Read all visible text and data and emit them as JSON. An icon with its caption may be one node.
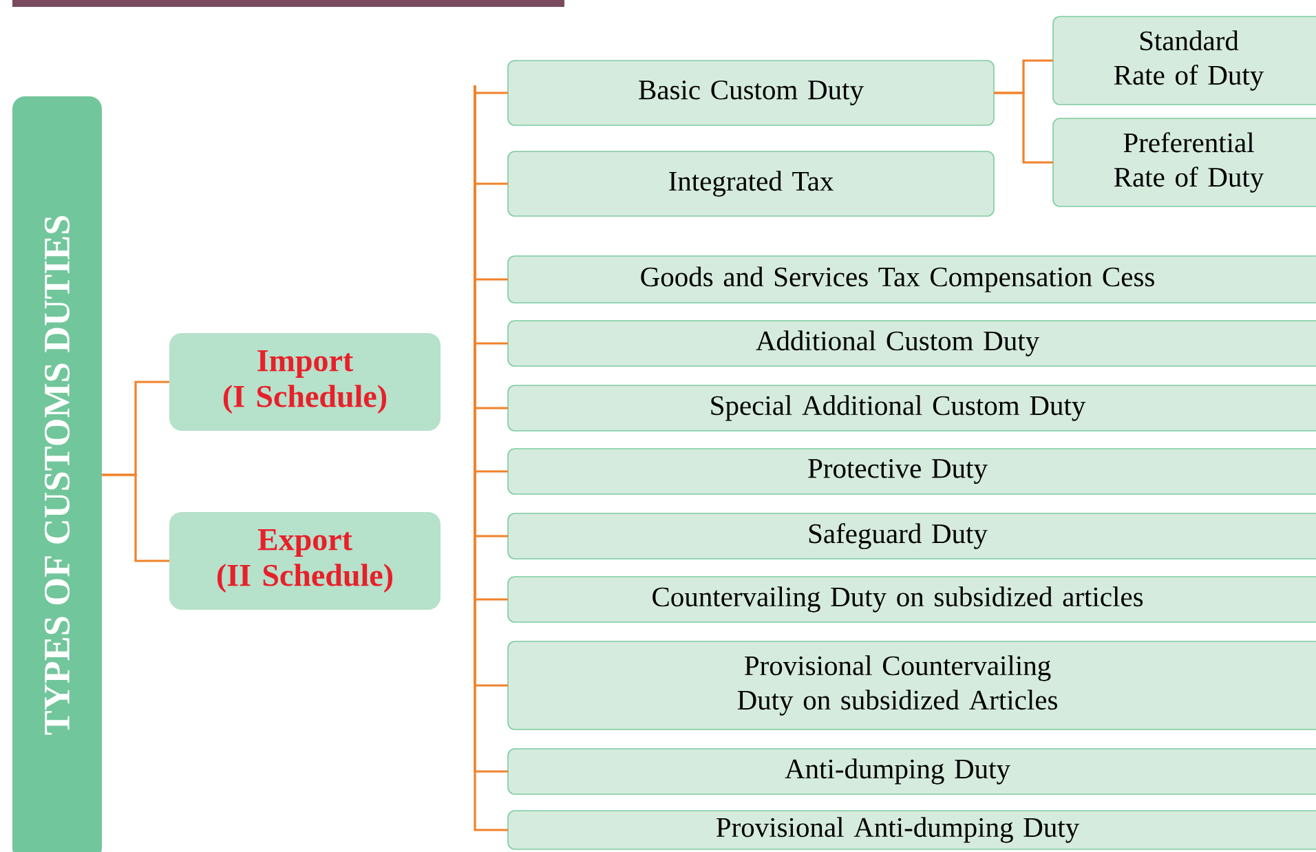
{
  "diagram": {
    "nodes": [
      {
        "text": [
          "TYPES OF CUSTOMS DUTIES"
        ]
      },
      {
        "text": [
          "Import",
          "(I Schedule)"
        ]
      },
      {
        "text": [
          "Export",
          "(II Schedule)"
        ]
      },
      {
        "text": [
          "Basic Custom Duty"
        ]
      },
      {
        "text": [
          "Standard Rate of Duty"
        ]
      },
      {
        "text": [
          "Preferential Rate of Duty"
        ]
      },
      {
        "text": [
          "Integrated Tax"
        ]
      },
      {
        "text": [
          "Goods and Services Tax Compensation Cess"
        ]
      },
      {
        "text": [
          "Additional Custom Duty"
        ]
      },
      {
        "text": [
          "Special Additional Custom Duty"
        ]
      },
      {
        "text": [
          "Protective Duty"
        ]
      },
      {
        "text": [
          "Safeguard Duty"
        ]
      },
      {
        "text": [
          "Countervailing Duty on subsidized articles"
        ]
      },
      {
        "text": [
          "Provisional Countervailing Duty on subsidized Articles"
        ]
      },
      {
        "text": [
          "Anti-dumping Duty"
        ]
      },
      {
        "text": [
          "Provisional Anti-dumping Duty"
        ]
      }
    ],
    "edges": [
      {
        "from": 0,
        "to": 1,
        "arrow": "none"
      },
      {
        "from": 0,
        "to": 2,
        "arrow": "none"
      },
      {
        "from": null,
        "to": 3,
        "arrow": "none"
      },
      {
        "from": 3,
        "to": 4,
        "arrow": "none"
      },
      {
        "from": 3,
        "to": 5,
        "arrow": "none"
      },
      {
        "from": null,
        "to": 6,
        "arrow": "none"
      },
      {
        "from": null,
        "to": 7,
        "arrow": "none"
      },
      {
        "from": null,
        "to": 8,
        "arrow": "none"
      },
      {
        "from": null,
        "to": 9,
        "arrow": "none"
      },
      {
        "from": null,
        "to": 10,
        "arrow": "none"
      },
      {
        "from": null,
        "to": 11,
        "arrow": "none"
      },
      {
        "from": null,
        "to": 12,
        "arrow": "none"
      },
      {
        "from": null,
        "to": 13,
        "arrow": "none"
      },
      {
        "from": null,
        "to": 14,
        "arrow": "none"
      },
      {
        "from": null,
        "to": 15,
        "arrow": "none"
      }
    ]
  }
}
